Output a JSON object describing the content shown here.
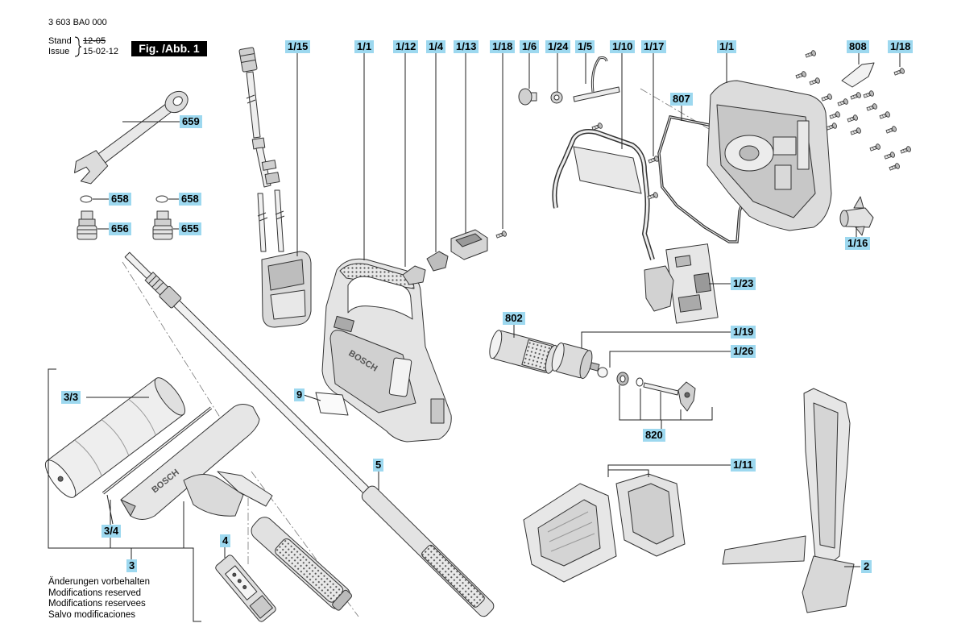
{
  "header": {
    "part_number": "3 603 BA0 000",
    "stand_label": "Stand",
    "issue_label": "Issue",
    "stand_date": "12-05",
    "issue_date": "15-02-12",
    "figure_label": "Fig. /Abb. 1"
  },
  "brand": "BOSCH",
  "callouts": [
    "1/15",
    "1/1",
    "1/12",
    "1/4",
    "1/13",
    "1/18",
    "1/6",
    "1/24",
    "1/5",
    "1/10",
    "1/17",
    "1/1",
    "808",
    "1/18",
    "659",
    "658",
    "658",
    "656",
    "655",
    "807",
    "1/16",
    "1/23",
    "802",
    "1/19",
    "1/26",
    "9",
    "3/3",
    "820",
    "5",
    "1/11",
    "3/4",
    "3",
    "4",
    "2"
  ],
  "notes": [
    "Änderungen vorbehalten",
    "Modifications reserved",
    "Modifications reservees",
    "Salvo modificaciones"
  ],
  "colors": {
    "callout_background": "#9dd8ef",
    "figure_label_background": "#000000",
    "line": "#333333"
  }
}
